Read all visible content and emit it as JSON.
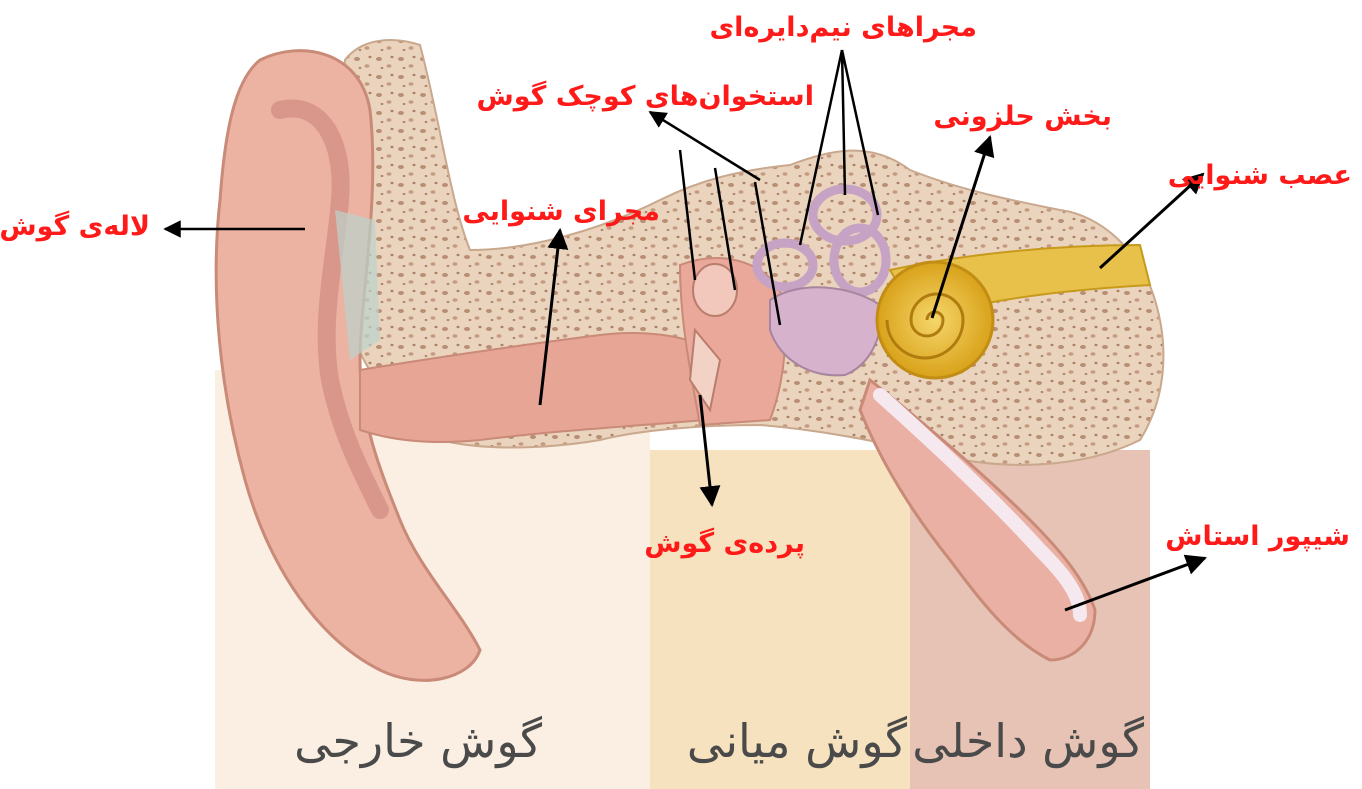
{
  "labels": {
    "semicircular": "مجراهای نیم‌دایره‌ای",
    "ossicles": "استخوان‌های کوچک گوش",
    "cochlea": "بخش حلزونی",
    "auditory_nerve": "عصب شنوایی",
    "pinna": "لاله‌ی گوش",
    "ear_canal": "مجرای شنوایی",
    "eardrum": "پرده‌ی گوش",
    "eustachian": "شیپور استاش"
  },
  "sections": {
    "outer": "گوش خارجی",
    "middle": "گوش میانی",
    "inner": "گوش داخلی"
  },
  "colors": {
    "label": "#ff1a1a",
    "arrow": "#000000",
    "outer_bg": "#fbeee2",
    "middle_bg": "#f6e2bf",
    "inner_bg": "#e7c3b5",
    "bone": "#e9d2bb",
    "cochlea": "#e8b92c",
    "skin": "#ecb2a2"
  }
}
